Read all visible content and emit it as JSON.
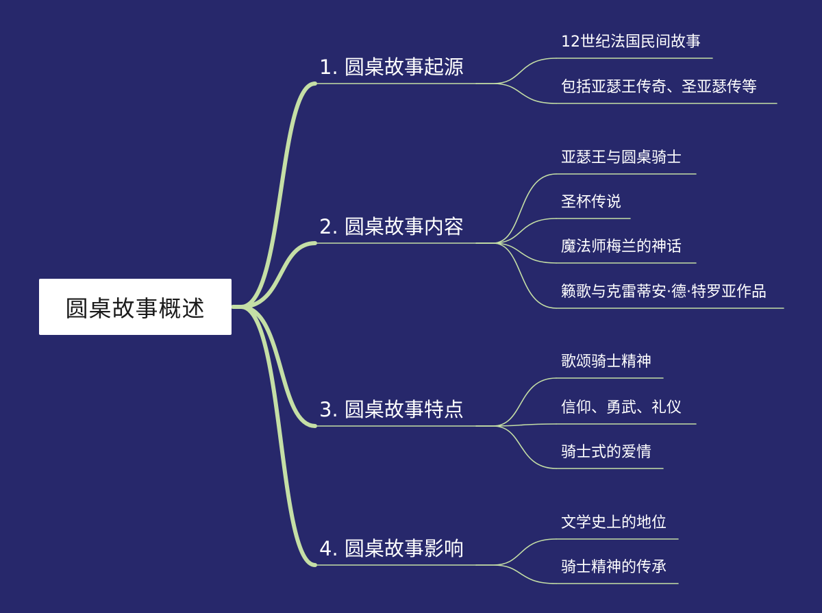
{
  "root": {
    "label": "圆桌故事概述"
  },
  "branches": [
    {
      "label": "1. 圆桌故事起源",
      "children": [
        "12世纪法国民间故事",
        "包括亚瑟王传奇、圣亚瑟传等"
      ]
    },
    {
      "label": "2. 圆桌故事内容",
      "children": [
        "亚瑟王与圆桌骑士",
        "圣杯传说",
        "魔法师梅兰的神话",
        "籁歌与克雷蒂安·德·特罗亚作品"
      ]
    },
    {
      "label": "3. 圆桌故事特点",
      "children": [
        "歌颂骑士精神",
        "信仰、勇武、礼仪",
        "骑士式的爱情"
      ]
    },
    {
      "label": "4. 圆桌故事影响",
      "children": [
        "文学史上的地位",
        "骑士精神的传承"
      ]
    }
  ],
  "colors": {
    "background": "#27286b",
    "connector": "#c5dfa6",
    "root_fill": "#ffffff",
    "root_text": "#1a1a1a",
    "label_text": "#ffffff"
  }
}
